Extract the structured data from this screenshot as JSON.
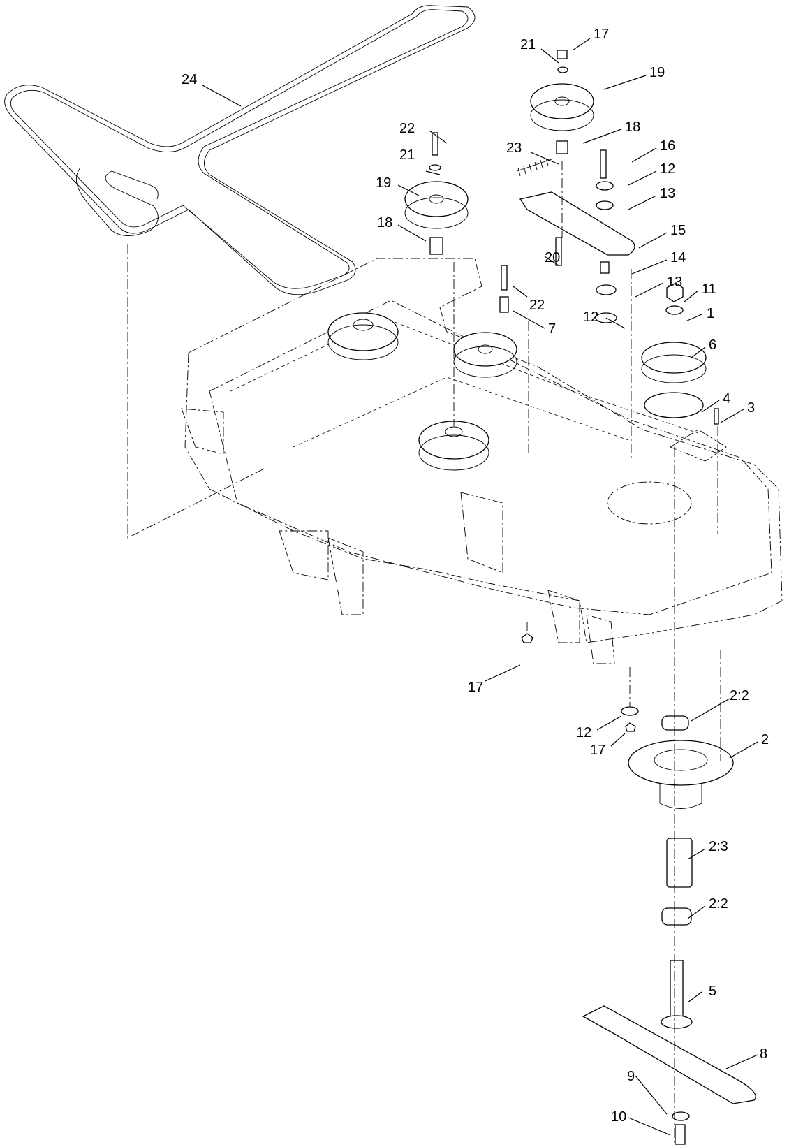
{
  "callouts": [
    {
      "id": "c24",
      "label": "24"
    },
    {
      "id": "c21a",
      "label": "21"
    },
    {
      "id": "c17a",
      "label": "17"
    },
    {
      "id": "c19a",
      "label": "19"
    },
    {
      "id": "c18a",
      "label": "18"
    },
    {
      "id": "c23",
      "label": "23"
    },
    {
      "id": "c16",
      "label": "16"
    },
    {
      "id": "c12a",
      "label": "12"
    },
    {
      "id": "c13a",
      "label": "13"
    },
    {
      "id": "c15",
      "label": "15"
    },
    {
      "id": "c14",
      "label": "14"
    },
    {
      "id": "c13b",
      "label": "13"
    },
    {
      "id": "c11",
      "label": "11"
    },
    {
      "id": "c1",
      "label": "1"
    },
    {
      "id": "c12b",
      "label": "12"
    },
    {
      "id": "c6",
      "label": "6"
    },
    {
      "id": "c4",
      "label": "4"
    },
    {
      "id": "c3",
      "label": "3"
    },
    {
      "id": "c22a",
      "label": "22"
    },
    {
      "id": "c21b",
      "label": "21"
    },
    {
      "id": "c19b",
      "label": "19"
    },
    {
      "id": "c18b",
      "label": "18"
    },
    {
      "id": "c20",
      "label": "20"
    },
    {
      "id": "c22b",
      "label": "22"
    },
    {
      "id": "c7",
      "label": "7"
    },
    {
      "id": "c17b",
      "label": "17"
    },
    {
      "id": "c22c",
      "label": "2:2"
    },
    {
      "id": "c12c",
      "label": "12"
    },
    {
      "id": "c17c",
      "label": "17"
    },
    {
      "id": "c2",
      "label": "2"
    },
    {
      "id": "c23b",
      "label": "2:3"
    },
    {
      "id": "c22d",
      "label": "2:2"
    },
    {
      "id": "c5",
      "label": "5"
    },
    {
      "id": "c8",
      "label": "8"
    },
    {
      "id": "c9",
      "label": "9"
    },
    {
      "id": "c10",
      "label": "10"
    }
  ]
}
